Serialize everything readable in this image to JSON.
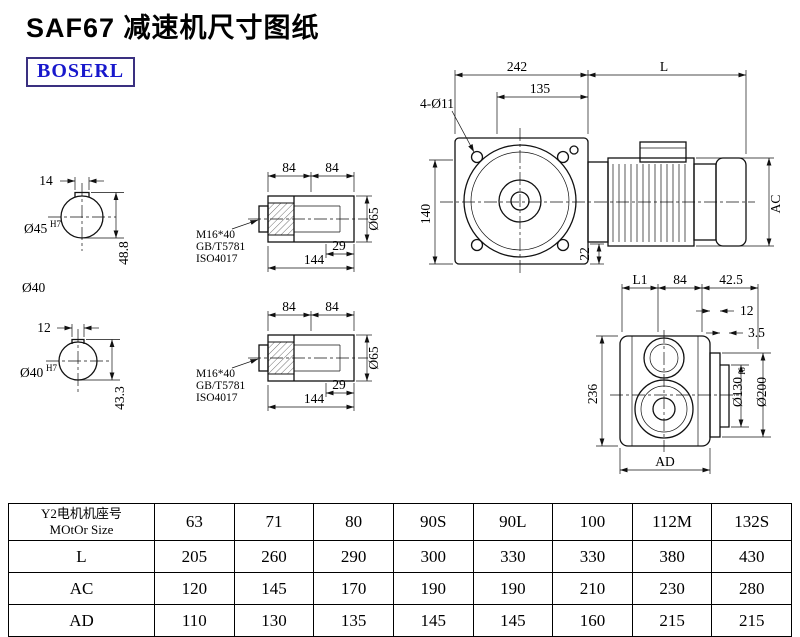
{
  "header": {
    "title": "SAF67 减速机尺寸图纸",
    "brand": "BOSERL"
  },
  "views": {
    "shaft_end_top": {
      "key_width": "14",
      "bore": "Ø45",
      "bore_tol": "H7",
      "keyway_depth": "48.8",
      "shaft_dia_label": "Ø40"
    },
    "shaft_end_bottom": {
      "key_width": "12",
      "bore": "Ø40",
      "bore_tol": "H7",
      "keyway_depth": "43.3"
    },
    "shaft_side_top": {
      "seg1": "84",
      "seg2": "84",
      "bolt": "M16*40",
      "std1": "GB/T5781",
      "std2": "ISO4017",
      "key_len": "29",
      "total_len": "144",
      "dia": "Ø65"
    },
    "shaft_side_bottom": {
      "seg1": "84",
      "seg2": "84",
      "bolt": "M16*40",
      "std1": "GB/T5781",
      "std2": "ISO4017",
      "key_len": "29",
      "total_len": "144",
      "dia": "Ø65"
    },
    "front": {
      "housing_width": "242",
      "motor_len": "L",
      "flange_width": "135",
      "bolt_holes": "4-Ø11",
      "center_height": "140",
      "foot_offset": "22",
      "motor_dia": "AC"
    },
    "side": {
      "l1": "L1",
      "seg": "84",
      "d1": "42.5",
      "d2": "12",
      "d3": "3.5",
      "height": "236",
      "spigot": "Ø130",
      "spigot_tol": "f6",
      "flange": "Ø200",
      "ad": "AD"
    }
  },
  "table": {
    "header_line1": "Y2电机机座号",
    "header_line2": "MOtOr Size",
    "sizes": [
      "63",
      "71",
      "80",
      "90S",
      "90L",
      "100",
      "112M",
      "132S"
    ],
    "rows": [
      {
        "label": "L",
        "values": [
          "205",
          "260",
          "290",
          "300",
          "330",
          "330",
          "380",
          "430"
        ]
      },
      {
        "label": "AC",
        "values": [
          "120",
          "145",
          "170",
          "190",
          "190",
          "210",
          "230",
          "280"
        ]
      },
      {
        "label": "AD",
        "values": [
          "110",
          "130",
          "135",
          "145",
          "145",
          "160",
          "215",
          "215"
        ]
      }
    ]
  }
}
